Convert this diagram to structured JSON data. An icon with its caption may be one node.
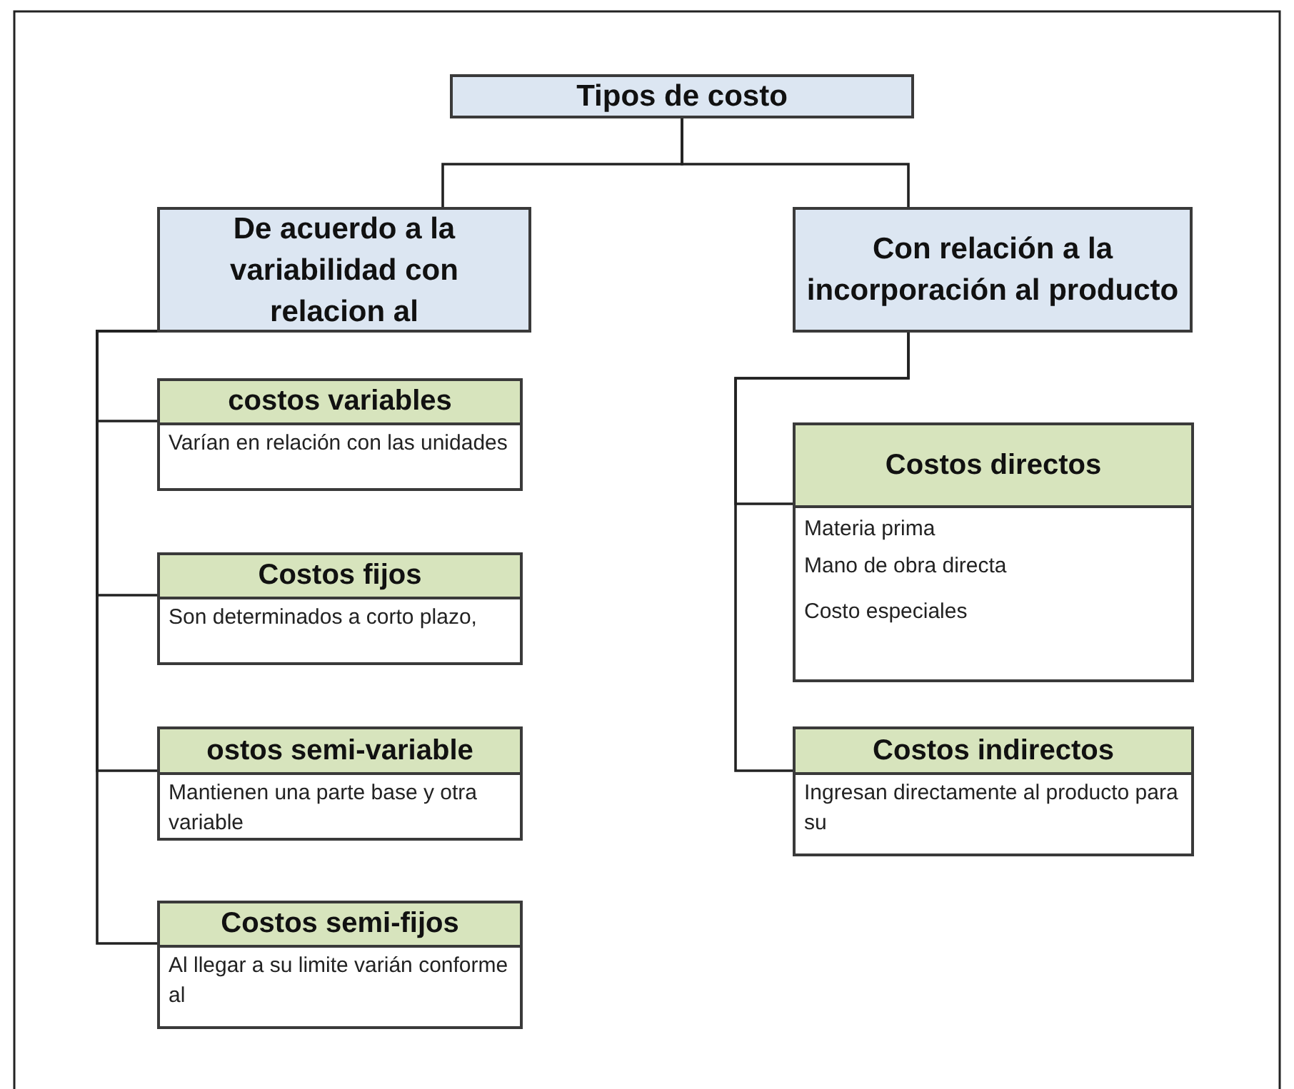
{
  "diagram": {
    "nodes": [
      {
        "text": [
          "Tipos de costo"
        ]
      },
      {
        "text": [
          "De acuerdo a la variabilidad con relacion al"
        ]
      },
      {
        "text": [
          "Con relación a la incorporación al producto"
        ]
      },
      {
        "text": [
          "costos variables",
          "Varían en relación con las unidades"
        ]
      },
      {
        "text": [
          "Costos fijos",
          "Son determinados a corto plazo,"
        ]
      },
      {
        "text": [
          "ostos semi-variable",
          "Mantienen una parte base y otra variable"
        ]
      },
      {
        "text": [
          "Costos semi-fijos",
          "Al llegar a su limite varián conforme al"
        ]
      },
      {
        "text": [
          "Costos directos",
          "Materia prima",
          "Mano de obra directa",
          "Costo especiales"
        ]
      },
      {
        "text": [
          "Costos indirectos",
          "Ingresan directamente al producto para su"
        ]
      }
    ],
    "edges": [
      {
        "from": 0,
        "to": 1,
        "arrow": "none"
      },
      {
        "from": 0,
        "to": 2,
        "arrow": "none"
      },
      {
        "from": 1,
        "to": 3,
        "arrow": "none"
      },
      {
        "from": 1,
        "to": 4,
        "arrow": "none"
      },
      {
        "from": 1,
        "to": 5,
        "arrow": "none"
      },
      {
        "from": 1,
        "to": 6,
        "arrow": "none"
      },
      {
        "from": 2,
        "to": 7,
        "arrow": "none"
      },
      {
        "from": 2,
        "to": 8,
        "arrow": "none"
      }
    ]
  }
}
